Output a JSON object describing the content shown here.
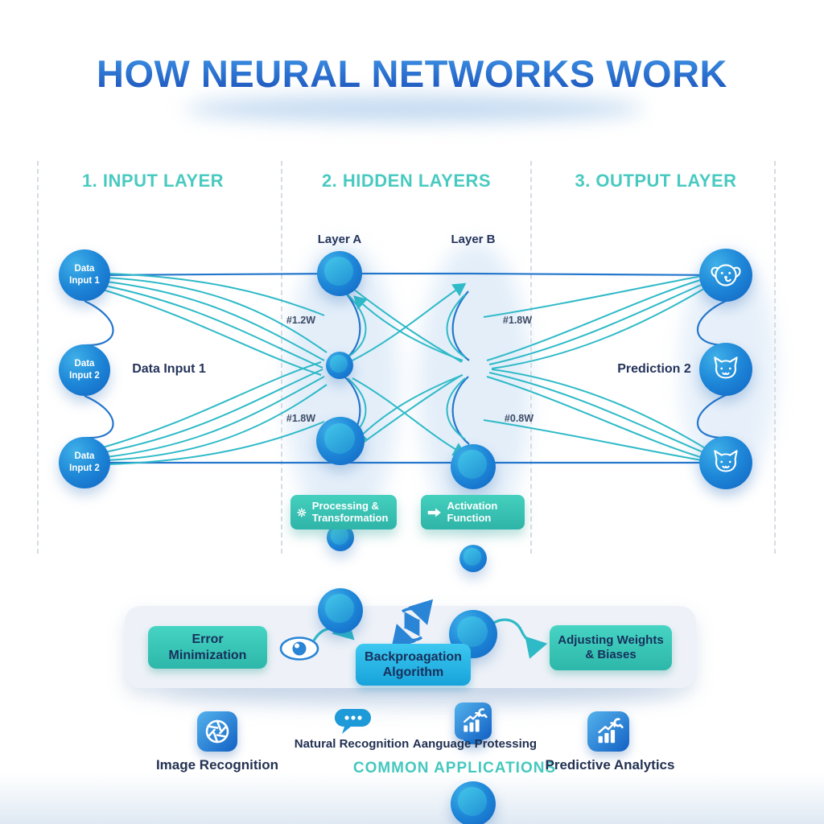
{
  "title": "HOW NEURAL NETWORKS WORK",
  "sections": [
    {
      "label": "1. INPUT LAYER"
    },
    {
      "label": "2. HIDDEN LAYERS"
    },
    {
      "label": "3. OUTPUT LAYER"
    }
  ],
  "input_layer": {
    "nodes": [
      {
        "label": "Data Input 1"
      },
      {
        "label": "Data Input 2"
      },
      {
        "label": "Data Input 2"
      }
    ],
    "float_label": "Data Input 1"
  },
  "hidden_layers": {
    "layer_a_label": "Layer A",
    "layer_b_label": "Layer B",
    "weights": [
      {
        "label": "#1.2W"
      },
      {
        "label": "#1.8W"
      },
      {
        "label": "#1.8W"
      },
      {
        "label": "#0.8W"
      }
    ],
    "badges": [
      {
        "label": "Processing & Transformation",
        "icon": "gear-icon"
      },
      {
        "label": "Activation Function",
        "icon": "arrow-right-icon"
      }
    ]
  },
  "output_layer": {
    "float_label": "Prediction 2",
    "nodes": [
      {
        "icon": "dog-face-icon"
      },
      {
        "icon": "cat-face-icon"
      },
      {
        "icon": "cat-face-icon"
      }
    ]
  },
  "feedback": {
    "error_box": "Error Minimization",
    "backprop_box": "Backproagation Algorithm",
    "adjust_box": "Adjusting Weights & Biases",
    "icons": [
      "eye-icon",
      "curved-arrow-icon",
      "cycle-refresh-icon",
      "curved-arrow-icon"
    ]
  },
  "applications": {
    "title": "COMMON APPLICATIONS",
    "items": [
      {
        "label": "Image Recognition",
        "icon": "aperture-icon"
      },
      {
        "label": "Natural Recognition",
        "icon": "chat-bubble-icon"
      },
      {
        "label": "Aanguage Protessing",
        "icon": "chart-wrench-icon"
      },
      {
        "label": "Predictive Analytics",
        "icon": "chart-wrench-icon"
      }
    ]
  },
  "colors": {
    "title_gradient_top": "#3f96e8",
    "title_gradient_bottom": "#1a4fb8",
    "teal_accent": "#45c8bf",
    "teal_line": "#2fbac8",
    "blue_line": "#2577cc",
    "node_blue": "#1e87d8",
    "navy_text": "#223152",
    "badge_teal": "#3bc4b4",
    "backprop_cyan": "#29b6e6",
    "panel_bg": "#eef2f8"
  }
}
